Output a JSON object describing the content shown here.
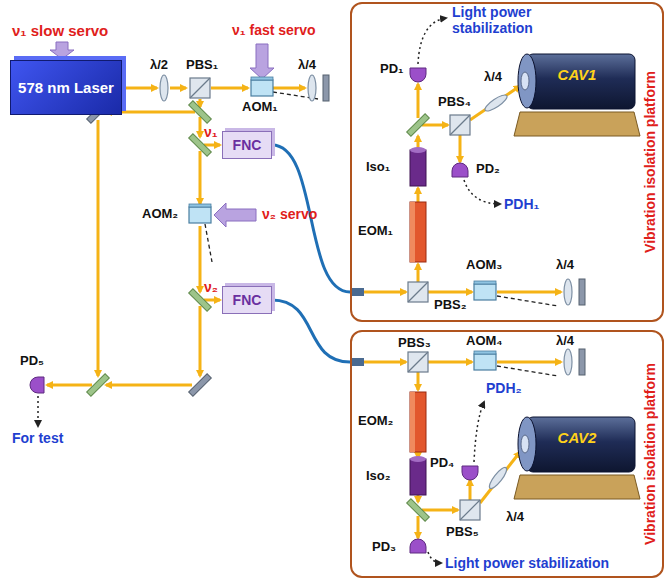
{
  "diagram": {
    "nodes": [
      {
        "text": [
          "Vibration isolation platform"
        ]
      },
      {
        "text": [
          "CAV1"
        ],
        "in": 0
      },
      {
        "text": [
          "Vibration isolation platform"
        ]
      },
      {
        "text": [
          "CAV2"
        ],
        "in": 2
      },
      {
        "text": [
          "578 nm Laser"
        ]
      },
      {
        "text": [
          "FNC"
        ]
      },
      {
        "text": [
          "FNC"
        ]
      }
    ],
    "edges": [
      {
        "from": 5,
        "to": 0,
        "arrow": "none"
      },
      {
        "from": 6,
        "to": 2,
        "arrow": "none"
      }
    ],
    "labels": [
      "ν₁ slow servo",
      "ν₁ fast servo",
      "λ/2",
      "PBS₁",
      "AOM₁",
      "λ/4",
      "Light power stabilization",
      "PD₁",
      "PBS₄",
      "λ/4",
      "Iso₁",
      "EOM₁",
      "PD₂",
      "PDH₁",
      "PBS₂",
      "AOM₃",
      "λ/4",
      "ν₁",
      "AOM₂",
      "ν₂ servo",
      "ν₂",
      "PD₅",
      "For test",
      "PBS₃",
      "AOM₄",
      "λ/4",
      "EOM₂",
      "PDH₂",
      "PD₄",
      "Iso₂",
      "PBS₅",
      "λ/4",
      "PD₃",
      "Light power stabilization"
    ]
  }
}
